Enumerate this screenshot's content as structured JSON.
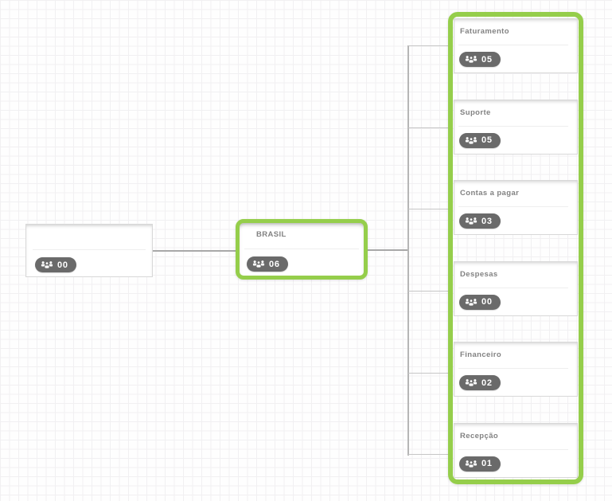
{
  "colors": {
    "accent_green": "#95ce4b",
    "badge_background": "#6a6a6a",
    "badge_text": "#ffffff",
    "node_border": "#d8d8d8",
    "title_text": "#828282",
    "connector": "#b0b0b0",
    "grid_line": "#f1f0f2"
  },
  "icons": {
    "members": "users-group-icon"
  },
  "org": {
    "root": {
      "title": "",
      "member_count": "00"
    },
    "country": {
      "title": "BRASIL",
      "member_count": "06"
    },
    "departments": [
      {
        "title": "Faturamento",
        "member_count": "05"
      },
      {
        "title": "Suporte",
        "member_count": "05"
      },
      {
        "title": "Contas a pagar",
        "member_count": "03"
      },
      {
        "title": "Despesas",
        "member_count": "00"
      },
      {
        "title": "Financeiro",
        "member_count": "02"
      },
      {
        "title": "Recepção",
        "member_count": "01"
      }
    ]
  }
}
